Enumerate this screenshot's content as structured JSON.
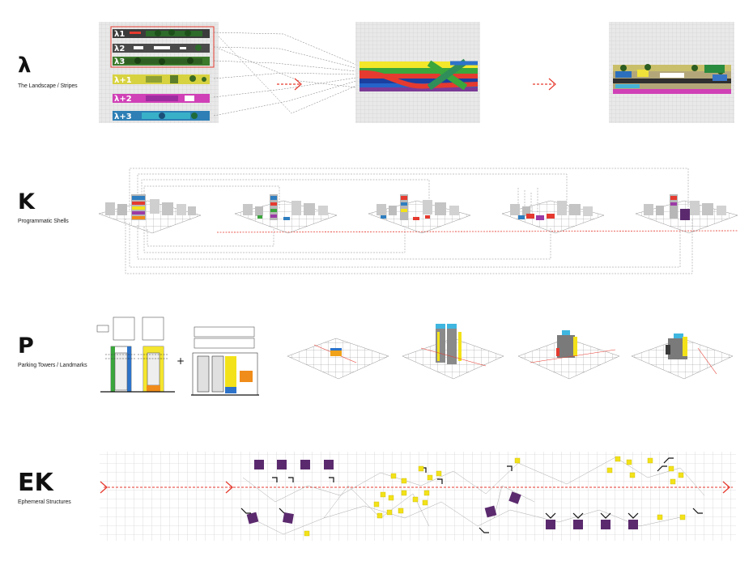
{
  "sections": [
    {
      "symbol": "λ",
      "caption": "The Landscape / Stripes"
    },
    {
      "symbol": "K",
      "caption": "Programmatic Shells"
    },
    {
      "symbol": "P",
      "caption": "Parking Towers / Landmarks"
    },
    {
      "symbol": "EK",
      "caption": "Ephemeral Structures"
    }
  ],
  "stripe_labels": [
    "λ1",
    "λ2",
    "λ3",
    "λ+1",
    "λ+2",
    "λ+3"
  ],
  "plus_sign": "+",
  "colors": {
    "accent_red": "#e53a2f",
    "purple": "#5b2a6e",
    "yellow": "#f3e21a",
    "grid": "#cfcfcf",
    "panel_bg": "#e8e8e8"
  }
}
